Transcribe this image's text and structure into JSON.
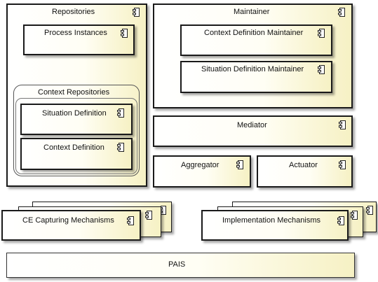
{
  "components": {
    "repositories": "Repositories",
    "process_instances": "Process Instances",
    "context_repositories": "Context Repositories",
    "situation_definition": "Situation Definition",
    "context_definition": "Context Definition",
    "maintainer": "Maintainer",
    "context_definition_maintainer": "Context Definition Maintainer",
    "situation_definition_maintainer": "Situation Definition Maintainer",
    "mediator": "Mediator",
    "aggregator": "Aggregator",
    "actuator": "Actuator",
    "ce_capturing_mechanisms": "CE Capturing Mechanisms",
    "implementation_mechanisms": "Implementation Mechanisms",
    "pais": "PAIS"
  },
  "icon": "uml-component-icon"
}
